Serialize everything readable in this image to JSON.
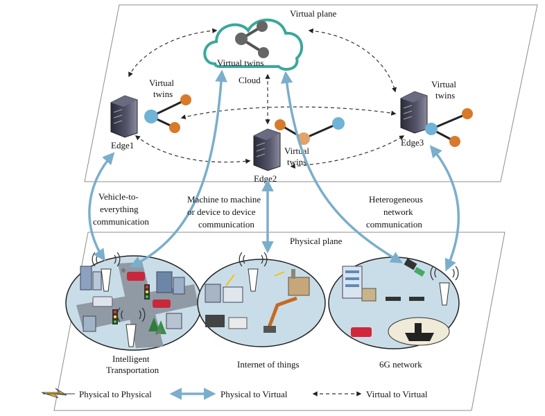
{
  "virtual_plane": {
    "title": "Virtual plane",
    "cloud": {
      "twins_label": "Virtual twins",
      "name": "Cloud"
    },
    "edges": [
      {
        "name": "Edge1",
        "twins_label_1": "Virtual",
        "twins_label_2": "twins"
      },
      {
        "name": "Edge2",
        "twins_label_1": "Virtual",
        "twins_label_2": "twins"
      },
      {
        "name": "Edge3",
        "twins_label_1": "Virtual",
        "twins_label_2": "twins"
      }
    ]
  },
  "communication_labels": {
    "v2x": [
      "Vehicle-to-",
      "everything",
      "communication"
    ],
    "m2m": [
      "Machine to machine",
      "or device to device",
      "communication"
    ],
    "hetero": [
      "Heterogeneous",
      "network",
      "communication"
    ]
  },
  "physical_plane": {
    "title": "Physical plane",
    "regions": [
      {
        "name_line1": "Intelligent",
        "name_line2": "Transportation"
      },
      {
        "name_line1": "Internet of things",
        "name_line2": ""
      },
      {
        "name_line1": "6G  network",
        "name_line2": ""
      }
    ]
  },
  "legend": {
    "items": [
      {
        "label": "Physical to Physical"
      },
      {
        "label": "Physical to Virtual"
      },
      {
        "label": "Virtual to Virtual"
      }
    ]
  },
  "colors": {
    "blue_arrow": "#7aaecb",
    "cloud_outline": "#3aa89a",
    "twin_hub": "#6fb3d6",
    "twin_leaf": "#d77a2a",
    "ellipse_fill": "#c9dde8"
  }
}
